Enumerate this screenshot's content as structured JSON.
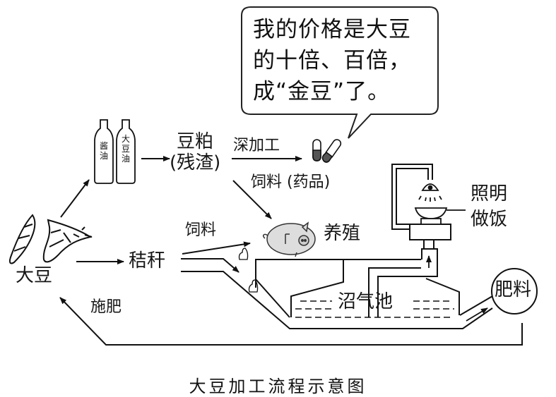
{
  "caption": "大豆加工流程示意图",
  "speech_bubble": {
    "lines": [
      "我的价格是大豆",
      "的十倍、百倍，",
      "成“金豆”了。"
    ]
  },
  "nodes": {
    "soybean": "大豆",
    "soy_sauce_bottle": [
      "酱",
      "油"
    ],
    "soybean_oil_bottle": [
      "大",
      "豆",
      "油"
    ],
    "bean_meal": [
      "豆粕",
      "(残渣)"
    ],
    "deep_processing": "深加工",
    "feed_medicine": "饲料 (药品)",
    "straw": "秸秆",
    "feed": "饲料",
    "breeding": "养殖",
    "biogas_tank": "沼气池",
    "lighting_cooking": [
      "照明",
      "做饭"
    ],
    "fertilizer": "肥料",
    "fertilize": "施肥"
  },
  "icons": [
    "soybean-pod-icon",
    "bottle-icon",
    "capsule-icon",
    "pig-icon",
    "manure-icon",
    "lamp-icon",
    "stove-icon"
  ]
}
